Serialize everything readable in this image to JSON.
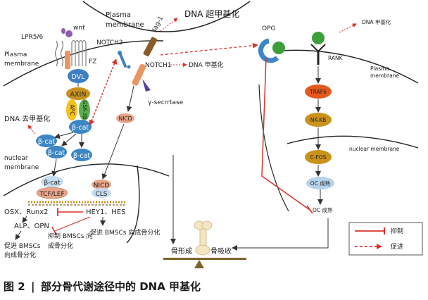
{
  "caption": {
    "figure_no": "图 2",
    "separator": "|",
    "text": "部分骨代谢途径中的 DNA 甲基化"
  },
  "left_panel": {
    "plasma_membrane_top": "Plasma",
    "plasma_membrane_top_2": "membrane",
    "plasma_membrane_left": "Plasma",
    "plasma_membrane_left_2": "membrane",
    "nuclear_membrane": "nuclear",
    "nuclear_membrane_2": "membrane",
    "wnt": "wnt",
    "lpr": "LPR5/6",
    "fz": "FZ",
    "notch2": "NOTCH2",
    "notch1": "NOTCH1",
    "jag1": "Jag-1",
    "dna_hyper": "DNA 超甲基化",
    "notch1_dna_meth": "DNA 甲基化",
    "dvl": "DVL",
    "axin": "AXIN",
    "apc": "APC",
    "gsk": "GSK-3β",
    "bcat_main": "β-cat",
    "bcat_left": "β-cat",
    "bcat_mid": "β-cat",
    "bcat_right": "β-cat",
    "bcat_nuc": "β-cat",
    "dna_demeth": "DNA 去甲基化",
    "gamma_secretase": "γ-secrrtase",
    "nicd": "NICD",
    "nicd_nuc": "NICD",
    "cls": "CLS",
    "tcf_lef": "TCF/LEF",
    "osx_runx2": "OSX、Runx2",
    "hey1_hes": "HEY1、HES",
    "alp_opn": "ALP、OPN",
    "promote_bmsc_1": "促进 BMSCs",
    "promote_bmsc_2": "向成骨分化",
    "inhibit_bmsc_1": "抑制 BMSCs 向",
    "inhibit_bmsc_2": "成骨分化",
    "promote_bmsc_hes": "促进 BMSCs 向成骨分化"
  },
  "right_panel": {
    "opg": "OPG",
    "rank": "RANK",
    "dna_meth": "DNA 甲基化",
    "plasma_membrane": "Plasma",
    "plasma_membrane_2": "membrane",
    "traf6": "TRAF6",
    "nfkb": "NK-KB",
    "cfos": "C-FOS",
    "nuclear_membrane": "nuclear membrane",
    "oc_mature_1": "OC 成熟",
    "oc_mature_2": "OC 成熟"
  },
  "balance": {
    "bone_formation": "骨形成",
    "bone_resorption": "骨吸收"
  },
  "legend": {
    "inhibit": "抑制",
    "promote": "促进"
  },
  "colors": {
    "red": "#d9322b",
    "dvl": "#3e7fc4",
    "axin": "#c9901c",
    "apc": "#f4c21a",
    "gsk": "#5bb04d",
    "bcat": "#3d86c6",
    "bcat_light": "#c5dbf0",
    "nicd": "#e9a58b",
    "traf6": "#e5591f",
    "nfkb": "#c9921a",
    "cfos": "#c9921a",
    "oc": "#b6d2ea",
    "opg_blue": "#3e86c6",
    "green": "#3d9e3a",
    "wnt_purple": "#8f5cb0",
    "notch_orange": "#ea9560",
    "balance": "#7a6429"
  }
}
